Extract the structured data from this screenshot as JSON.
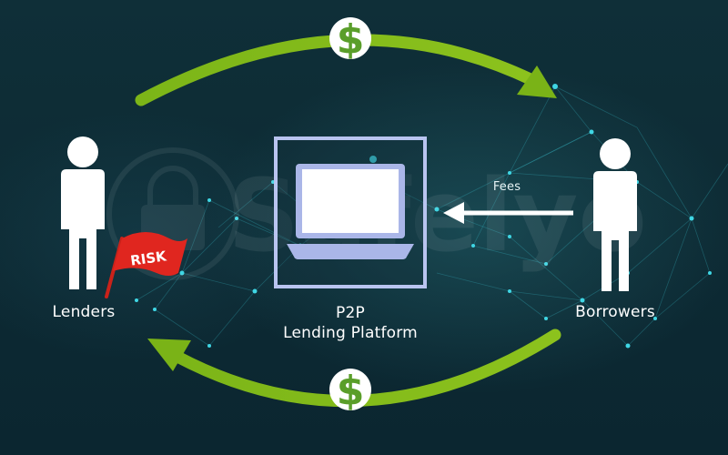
{
  "lenders_label": "Lenders",
  "borrowers_label": "Borrowers",
  "platform_label": {
    "line1": "P2P",
    "line2": "Lending Platform"
  },
  "fees_label": "Fees",
  "risk_flag_text": "RISK",
  "currency_symbol": "$",
  "watermark_text": "Safelyo",
  "colors": {
    "background": "#0d2a33",
    "arrow_green": "#7ab317",
    "dollar_green": "#5a9e2a",
    "flag_red": "#e0261f",
    "platform_frame": "#b9c4f0",
    "network_cyan": "#29c8d8"
  },
  "icons": [
    "person-icon",
    "laptop-icon",
    "dollar-icon",
    "risk-flag-icon"
  ]
}
